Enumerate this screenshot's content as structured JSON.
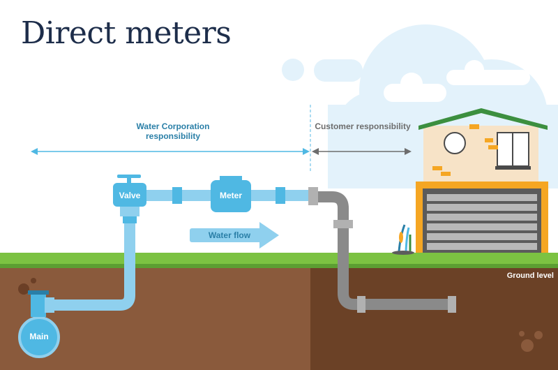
{
  "title": "Direct meters",
  "labels": {
    "water_corporation": "Water Corporation responsibility",
    "customer": "Customer responsibility",
    "valve": "Valve",
    "meter": "Meter",
    "water_flow": "Water flow",
    "ground_level": "Ground level",
    "main": "Main"
  },
  "colors": {
    "title": "#1d2d4a",
    "water_pipe": "#8fd0ee",
    "water_pipe_dark": "#4fb8e3",
    "customer_pipe": "#8a8a8a",
    "grass": "#7cc242",
    "soil_left": "#8a5a3c",
    "soil_right": "#6b4126",
    "sky_cloud": "#e3f2fb",
    "house_wall": "#f7e3c7",
    "roof": "#3c8f3f",
    "garage": "#f5a623",
    "door": "#9d9d9d",
    "water_corp_text": "#2a7fa7",
    "customer_text": "#6d6d6d"
  },
  "icons": [
    "valve-icon",
    "meter-icon",
    "arrow-right-icon",
    "house-icon",
    "garage-door-icon",
    "reeds-icon",
    "cloud-icon"
  ]
}
